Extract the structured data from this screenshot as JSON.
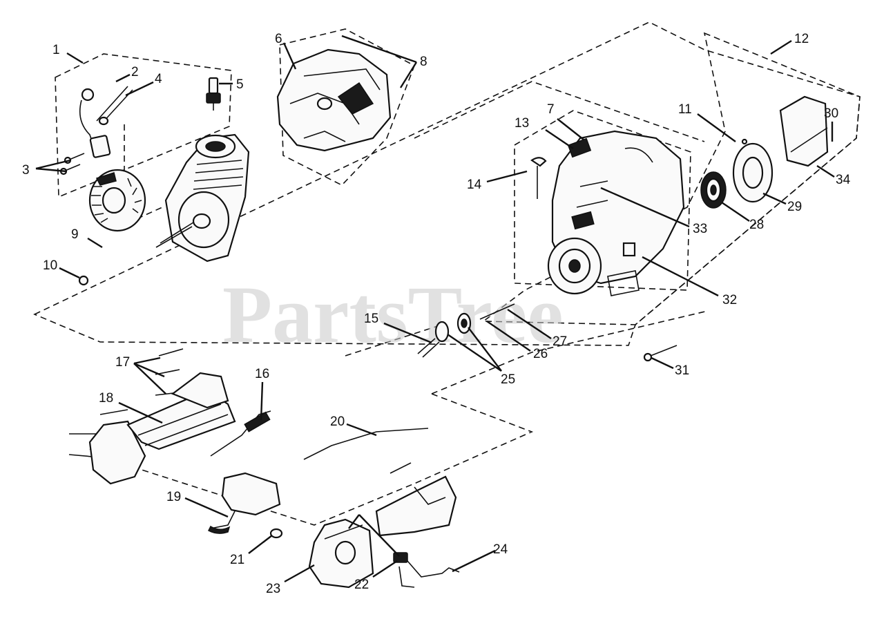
{
  "watermark": "PartsTree",
  "callouts": [
    "1",
    "2",
    "3",
    "4",
    "5",
    "6",
    "7",
    "8",
    "9",
    "10",
    "11",
    "12",
    "13",
    "14",
    "15",
    "16",
    "17",
    "18",
    "19",
    "20",
    "21",
    "22",
    "23",
    "24",
    "25",
    "26",
    "27",
    "28",
    "29",
    "30",
    "31",
    "32",
    "33",
    "34"
  ]
}
